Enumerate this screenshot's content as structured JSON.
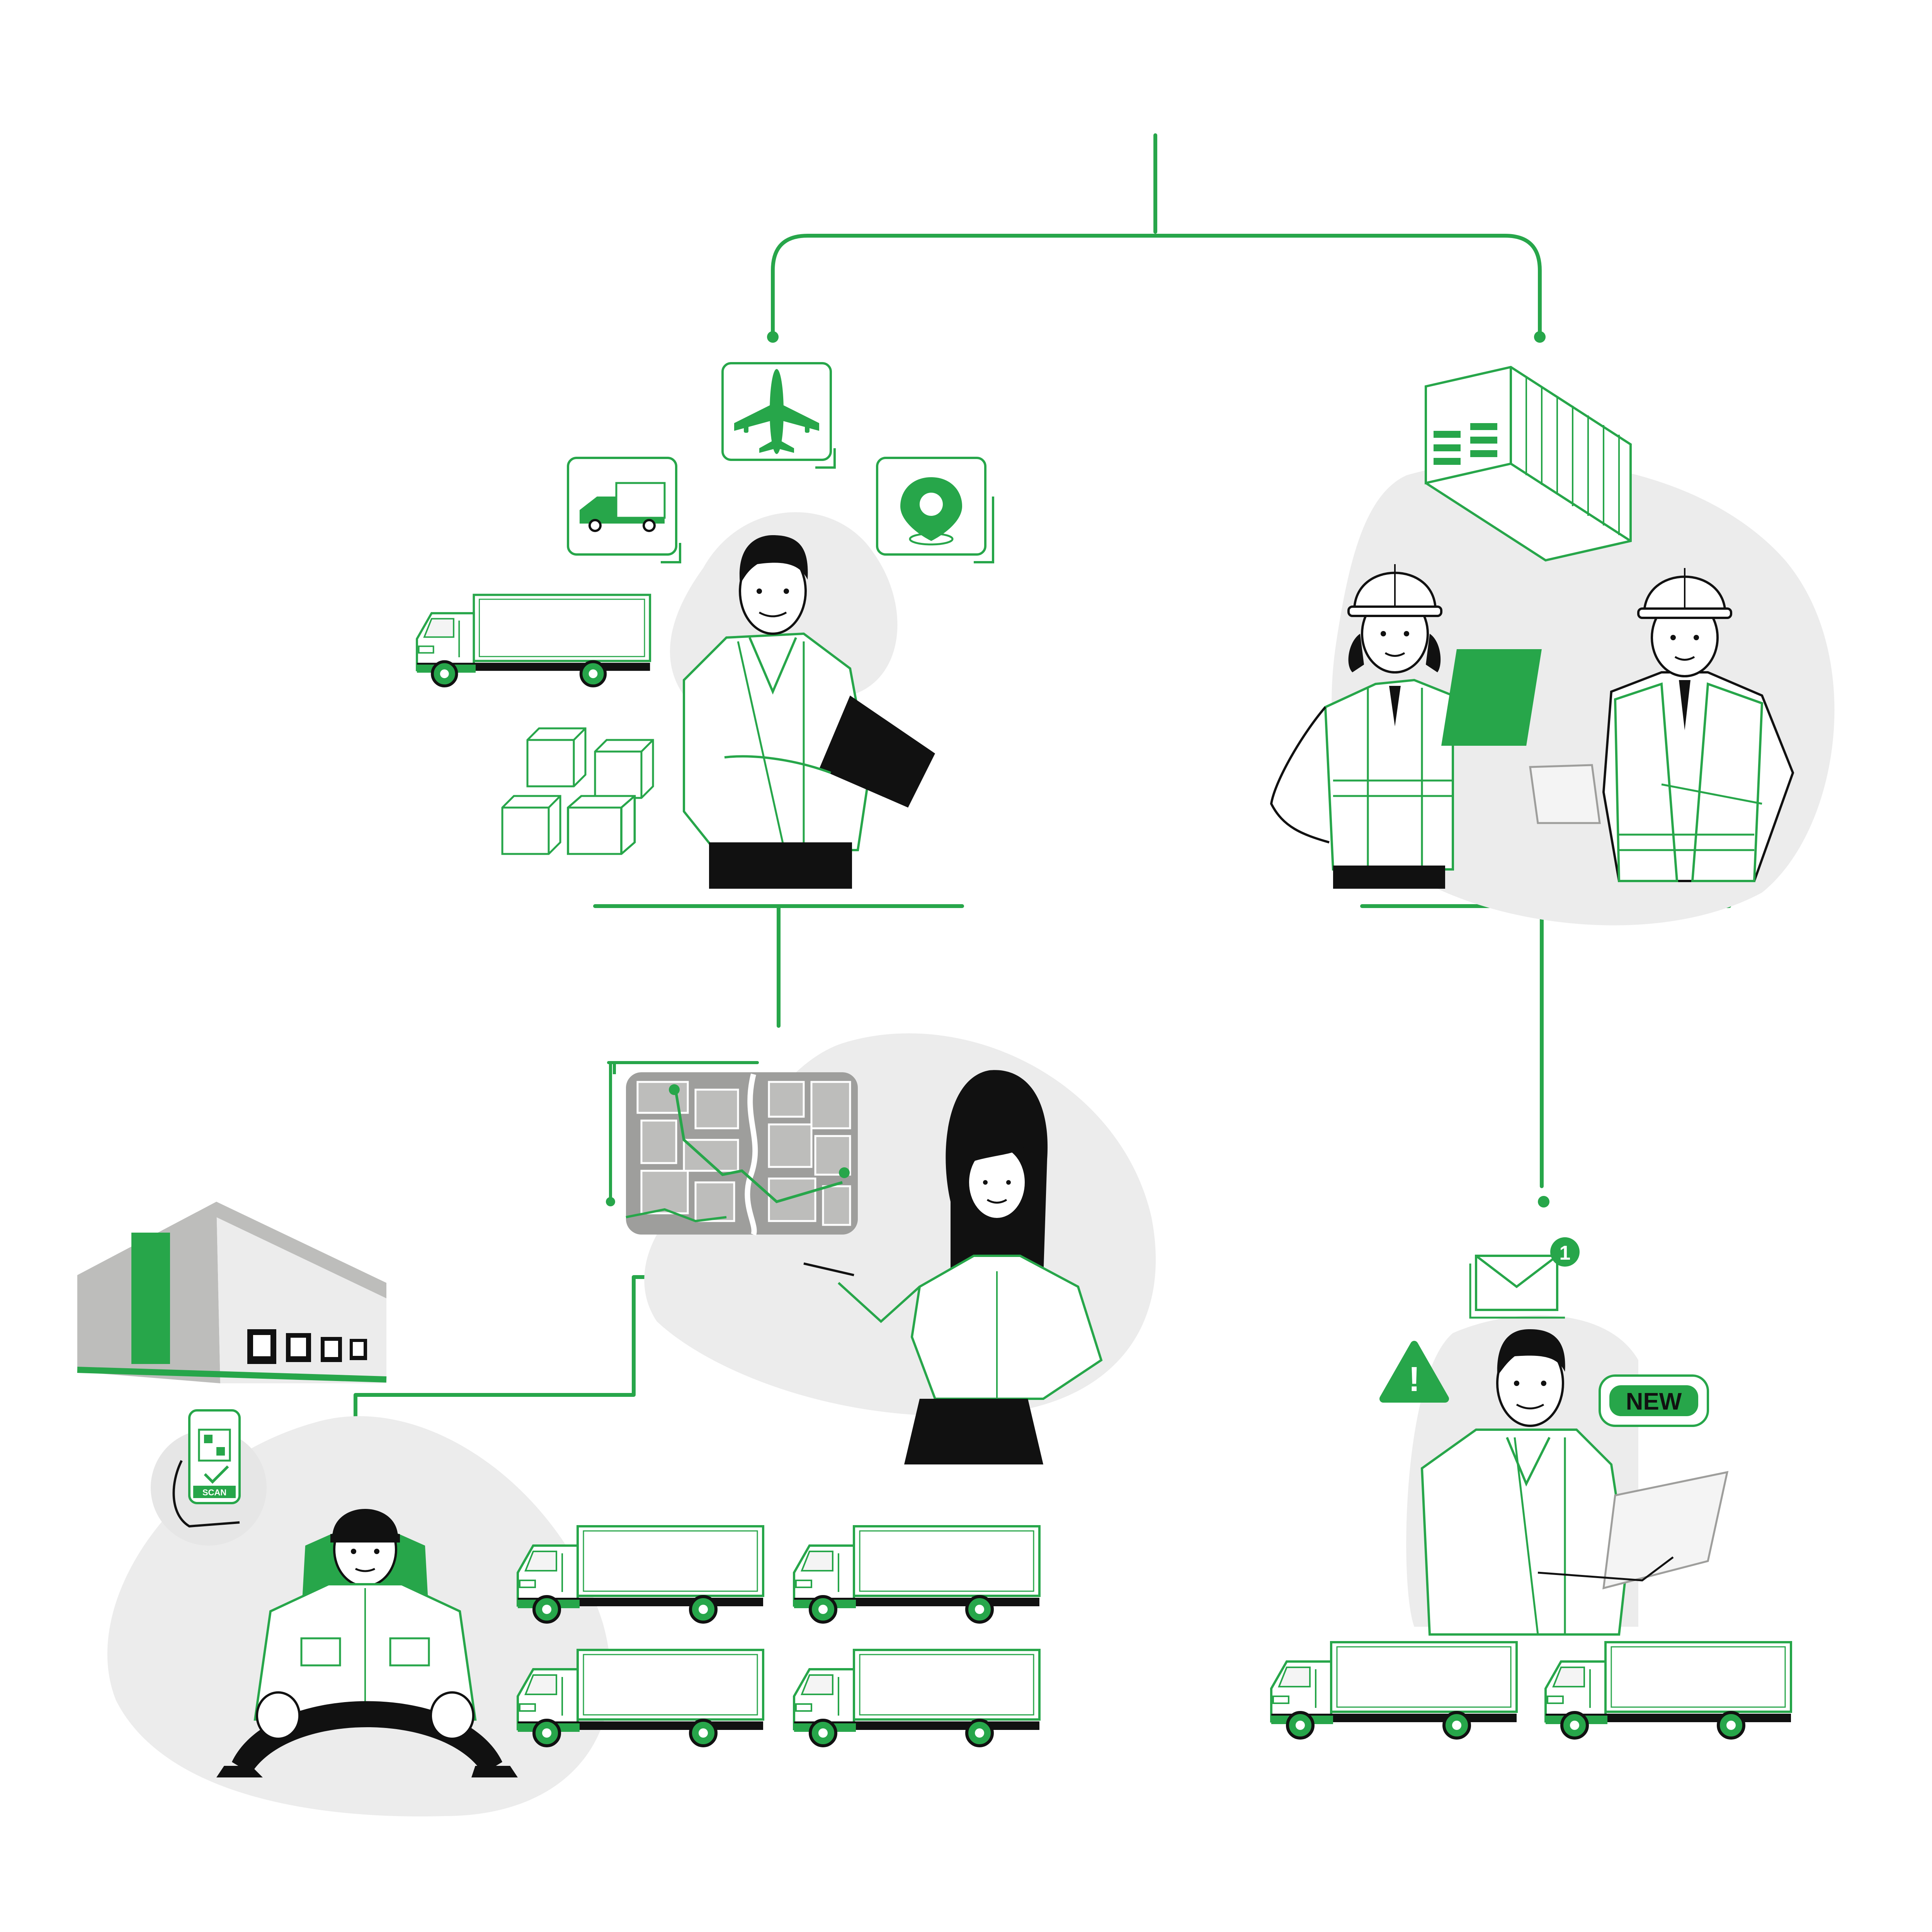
{
  "colors": {
    "accent": "#27a64a",
    "ink": "#111111",
    "blob": "#ececec",
    "light_fill": "#f4f4f4",
    "building_grey": "#bdbdbb",
    "building_dark": "#9e9e9c"
  },
  "labels": {
    "new_badge": "NEW",
    "notification_count": "1",
    "alert_symbol": "!",
    "scan_label": "SCAN"
  },
  "icons": {
    "transport_modes": [
      "truck-icon",
      "airplane-icon",
      "location-pin-icon"
    ],
    "notifications": [
      "mail-icon",
      "warning-icon",
      "new-badge"
    ]
  },
  "diagram": {
    "type": "org-tree",
    "roles": [
      "logistics-manager",
      "port-inspectors",
      "dispatcher",
      "fleet-manager",
      "truck-driver"
    ],
    "fleet_counts": {
      "driver_fleet": 4,
      "manager_fleet": 2
    }
  }
}
